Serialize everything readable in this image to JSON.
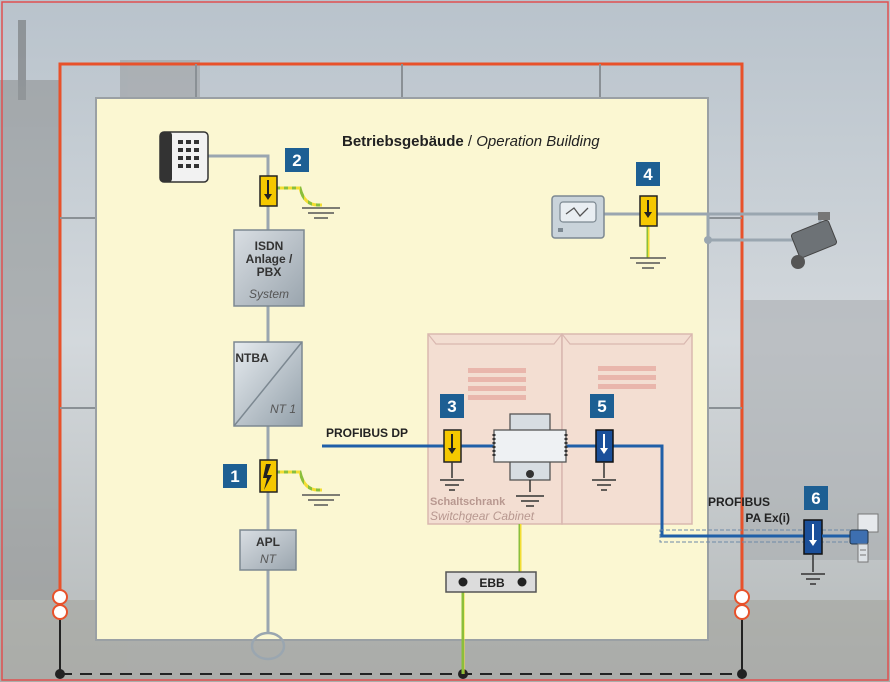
{
  "building": {
    "title_bold": "Betriebsgebäude",
    "title_sep": " / ",
    "title_italic": "Operation Building"
  },
  "badges": [
    "1",
    "2",
    "3",
    "4",
    "5",
    "6"
  ],
  "devices": {
    "isdn": {
      "line1": "ISDN",
      "line2": "Anlage /",
      "line3": "PBX",
      "line4": "System"
    },
    "ntba": {
      "line1": "NTBA",
      "line2": "NT 1"
    },
    "apl": {
      "line1": "APL",
      "line2": "NT"
    },
    "ebb": {
      "label": "EBB"
    }
  },
  "cabinet": {
    "label": "Schaltschrank",
    "label_en": "Switchgear Cabinet"
  },
  "bus": {
    "profibus_dp": "PROFIBUS DP",
    "profibus_pa_line1": "PROFIBUS",
    "profibus_pa_line2": "PA Ex(i)"
  },
  "colors": {
    "frame": "#e8512a",
    "building_fill": "#fbf7d2",
    "arrester_yellow": "#f5c800",
    "arrester_blue": "#1a4f9a",
    "badge_blue": "#1d5f93",
    "bus_blue": "#1f5fa8",
    "earth_green": "#8bbf3b"
  },
  "icons": [
    "telephone-icon",
    "monitor-icon",
    "camera-icon",
    "sensor-icon",
    "earth-icon"
  ]
}
